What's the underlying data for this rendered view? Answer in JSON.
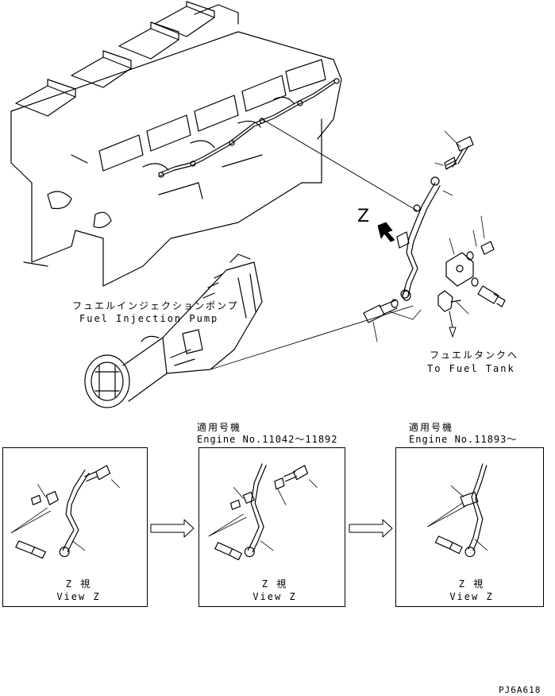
{
  "labels": {
    "z_marker": "Z",
    "pump_jp": "フュエルインジェクションポンプ",
    "pump_en": "Fuel Injection Pump",
    "tank_jp": "フュエルタンクへ",
    "tank_en": "To Fuel Tank",
    "doc_code": "PJ6A618"
  },
  "insets": [
    {
      "header_jp": "",
      "header_en": "",
      "view_jp": "Z 視",
      "view_en": "View Z"
    },
    {
      "header_jp": "適用号機",
      "header_en": "Engine No.11042～11892",
      "view_jp": "Z 視",
      "view_en": "View Z"
    },
    {
      "header_jp": "適用号機",
      "header_en": "Engine No.11893～",
      "view_jp": "Z 視",
      "view_en": "View Z"
    }
  ],
  "colors": {
    "line": "#000000",
    "background": "#ffffff"
  },
  "icons": [
    "right-arrow-icon",
    "right-arrow-icon",
    "view-direction-arrow-icon",
    "down-arrow-icon"
  ]
}
